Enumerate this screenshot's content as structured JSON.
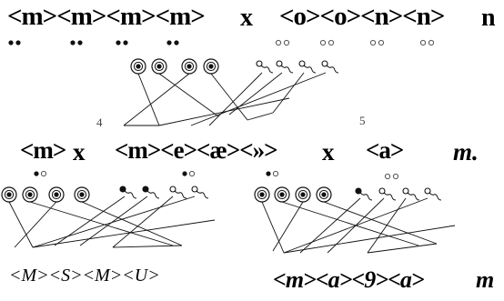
{
  "row1": {
    "left_formula": "<m><m><m><m>",
    "cross_x": "x",
    "right_formula": "<o><o><n><n>",
    "right_letter": "n"
  },
  "figure_numbers": {
    "four": "4",
    "five": "5"
  },
  "row2": {
    "left_formula": "<m>",
    "cross_x_1": "x",
    "middle_formula": "<m><e><æ><»>",
    "cross_x_2": "x",
    "right_formula": "<a>",
    "right_letter": "m."
  },
  "row3": {
    "left_formula": "<M><S><M><U>",
    "right_formula": "<m><a><9><a>",
    "right_letter": "m"
  },
  "symbols": [
    "dot-pair-black",
    "dot-pair-open",
    "ringed-dot",
    "sperm-tailed-circle"
  ],
  "colors": {
    "ink": "#111111",
    "faint": "#555555"
  }
}
